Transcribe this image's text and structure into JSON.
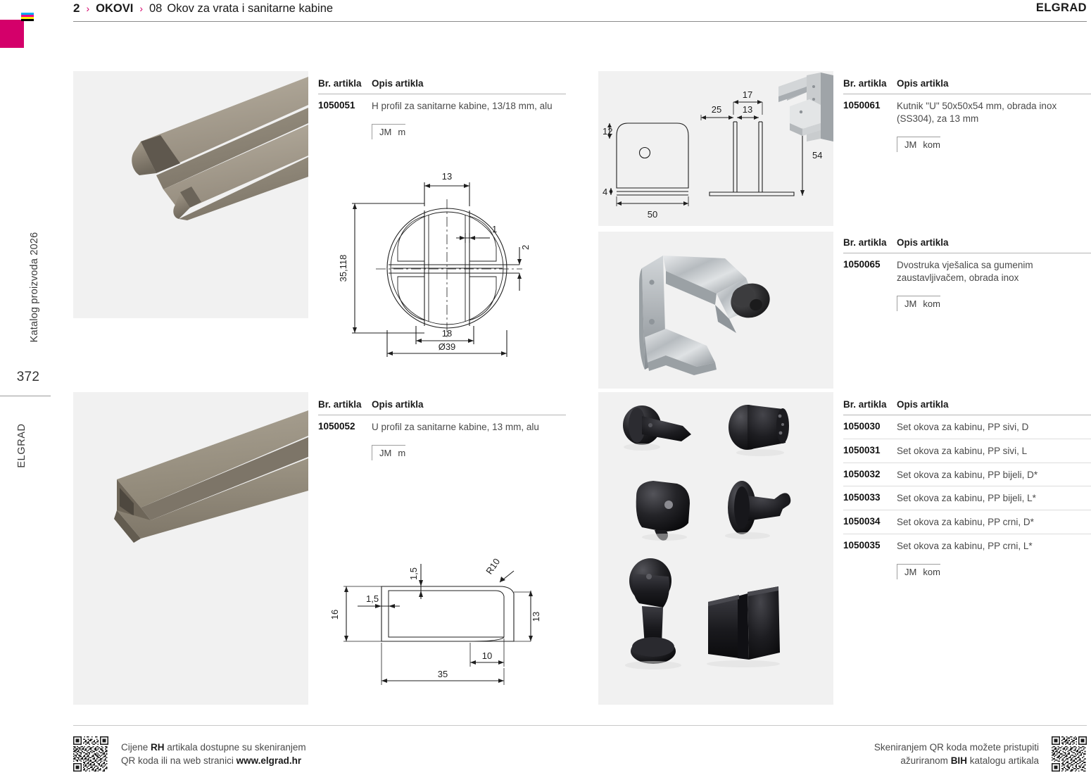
{
  "header": {
    "page_number": "2",
    "separator": "›",
    "category": "OKOVI",
    "section_code": "08",
    "section_title": "Okov za vrata i sanitarne kabine",
    "brand": "ELGRAD"
  },
  "spine": {
    "catalog_label": "Katalog proizvoda 2026",
    "page_number": "372",
    "brand": "ELGRAD",
    "accent_color": "#d4006a"
  },
  "columns": {
    "col1": "Br. artikla",
    "col2": "Opis artikla",
    "jm_label": "JM",
    "unit_m": "m",
    "unit_kom": "kom"
  },
  "products": [
    {
      "id": "1050051",
      "description": "H profil za sanitarne kabine, 13/18 mm, alu",
      "unit": "m",
      "photo": "h-profile-aluminium-extrusion",
      "drawing": {
        "type": "cross-section",
        "dims": [
          "13",
          "1",
          "2",
          "35,118",
          "18",
          "Ø39"
        ]
      }
    },
    {
      "id": "1050052",
      "description": "U profil za sanitarne kabine, 13 mm, alu",
      "unit": "m",
      "photo": "u-profile-aluminium-extrusion",
      "drawing": {
        "type": "cross-section",
        "dims": [
          "1,5",
          "R10",
          "1,5",
          "16",
          "13",
          "10",
          "35"
        ]
      }
    },
    {
      "id": "1050061",
      "description": "Kutnik \"U\" 50x50x54 mm, obrada inox (SS304), za 13 mm",
      "unit": "kom",
      "photo": "u-bracket-inox",
      "drawing": {
        "type": "two-view",
        "dims": [
          "12",
          "4",
          "50",
          "25",
          "17",
          "13",
          "54"
        ]
      }
    },
    {
      "id": "1050065",
      "description": "Dvostruka vješalica sa gumenim zaustavljivačem, obrada inox",
      "unit": "kom",
      "photo": "double-hook-hanger-inox"
    }
  ],
  "set_table": {
    "photo": "cubicle-hardware-set-black",
    "unit": "kom",
    "rows": [
      {
        "id": "1050030",
        "description": "Set okova za kabinu, PP sivi, D"
      },
      {
        "id": "1050031",
        "description": "Set okova za kabinu, PP sivi, L"
      },
      {
        "id": "1050032",
        "description": "Set okova za kabinu, PP bijeli, D*"
      },
      {
        "id": "1050033",
        "description": "Set okova za kabinu, PP bijeli, L*"
      },
      {
        "id": "1050034",
        "description": "Set okova za kabinu, PP crni, D*"
      },
      {
        "id": "1050035",
        "description": "Set okova za kabinu, PP crni, L*"
      }
    ]
  },
  "footer": {
    "left_line1_a": "Cijene ",
    "left_line1_b": "RH",
    "left_line1_c": " artikala dostupne su skeniranjem",
    "left_line2_a": "QR koda ili na web stranici ",
    "left_line2_b": "www.elgrad.hr",
    "right_line1": "Skeniranjem QR koda možete pristupiti",
    "right_line2_a": "ažuriranom ",
    "right_line2_b": "BIH",
    "right_line2_c": " katalogu artikala"
  }
}
